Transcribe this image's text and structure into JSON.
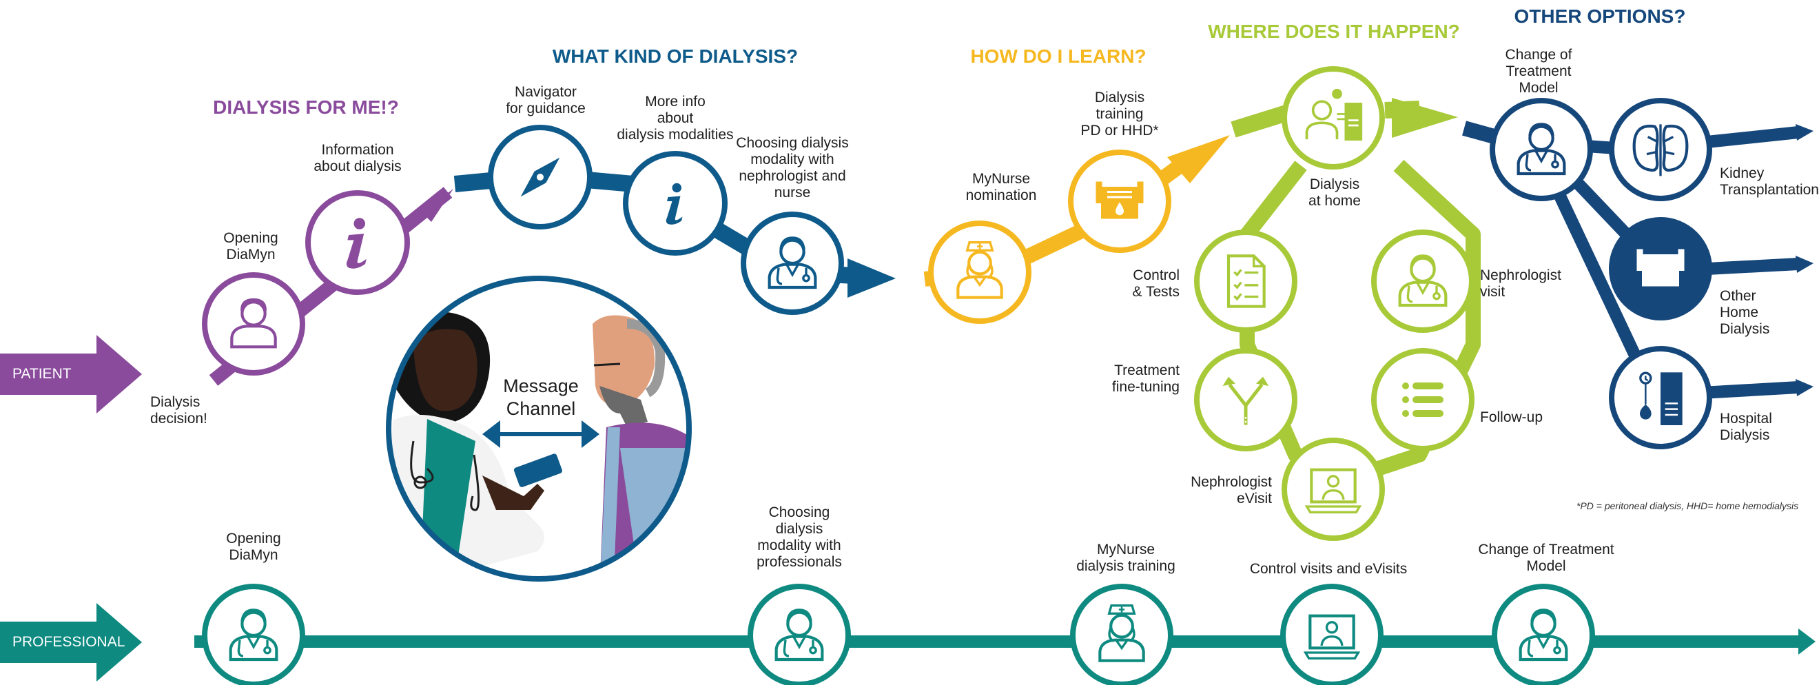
{
  "colors": {
    "purple": "#8a4b9c",
    "blue": "#0e5a8a",
    "navy": "#16477b",
    "yellow": "#f6b820",
    "green": "#a8c938",
    "teal": "#0e8a80"
  },
  "headers": {
    "dialysis_for_me": "DIALYSIS FOR ME!?",
    "what_kind": "WHAT KIND OF DIALYSIS?",
    "how_learn": "HOW DO I LEARN?",
    "where_happen": "WHERE DOES IT HAPPEN?",
    "other_options": "OTHER OPTIONS?"
  },
  "lanes": {
    "patient": "PATIENT",
    "professional": "PROFESSIONAL"
  },
  "patient_steps": {
    "dialysis_decision": "Dialysis\ndecision!",
    "opening_diamyn": "Opening\nDiaMyn",
    "information": "Information\nabout dialysis",
    "navigator": "Navigator\nfor guidance",
    "more_info": "More info\nabout\ndialysis modalities",
    "choosing": "Choosing dialysis\nmodality with\nnephrologist and\nnurse",
    "mynurse_nomination": "MyNurse\nnomination",
    "dialysis_training": "Dialysis\ntraining\nPD or HHD*",
    "dialysis_at_home": "Dialysis\nat home",
    "control_tests": "Control\n& Tests",
    "nephrologist_visit": "Nephrologist\nvisit",
    "treatment_finetuning": "Treatment\nfine-tuning",
    "follow_up": "Follow-up",
    "nephrologist_evisit": "Nephrologist\neVisit",
    "change_model": "Change of\nTreatment\nModel",
    "kidney_transplantation": "Kidney\nTransplantation",
    "other_home_dialysis": "Other\nHome\nDialysis",
    "hospital_dialysis": "Hospital\nDialysis"
  },
  "message_channel": "Message\nChannel",
  "footnote": "*PD = peritoneal dialysis,  HHD= home hemodialysis",
  "professional_steps": {
    "opening_diamyn": "Opening\nDiaMyn",
    "choosing": "Choosing\ndialysis\nmodality with\nprofessionals",
    "mynurse_training": "MyNurse\ndialysis training",
    "control_visits": "Control visits and eVisits",
    "change_model": "Change of Treatment\nModel"
  }
}
